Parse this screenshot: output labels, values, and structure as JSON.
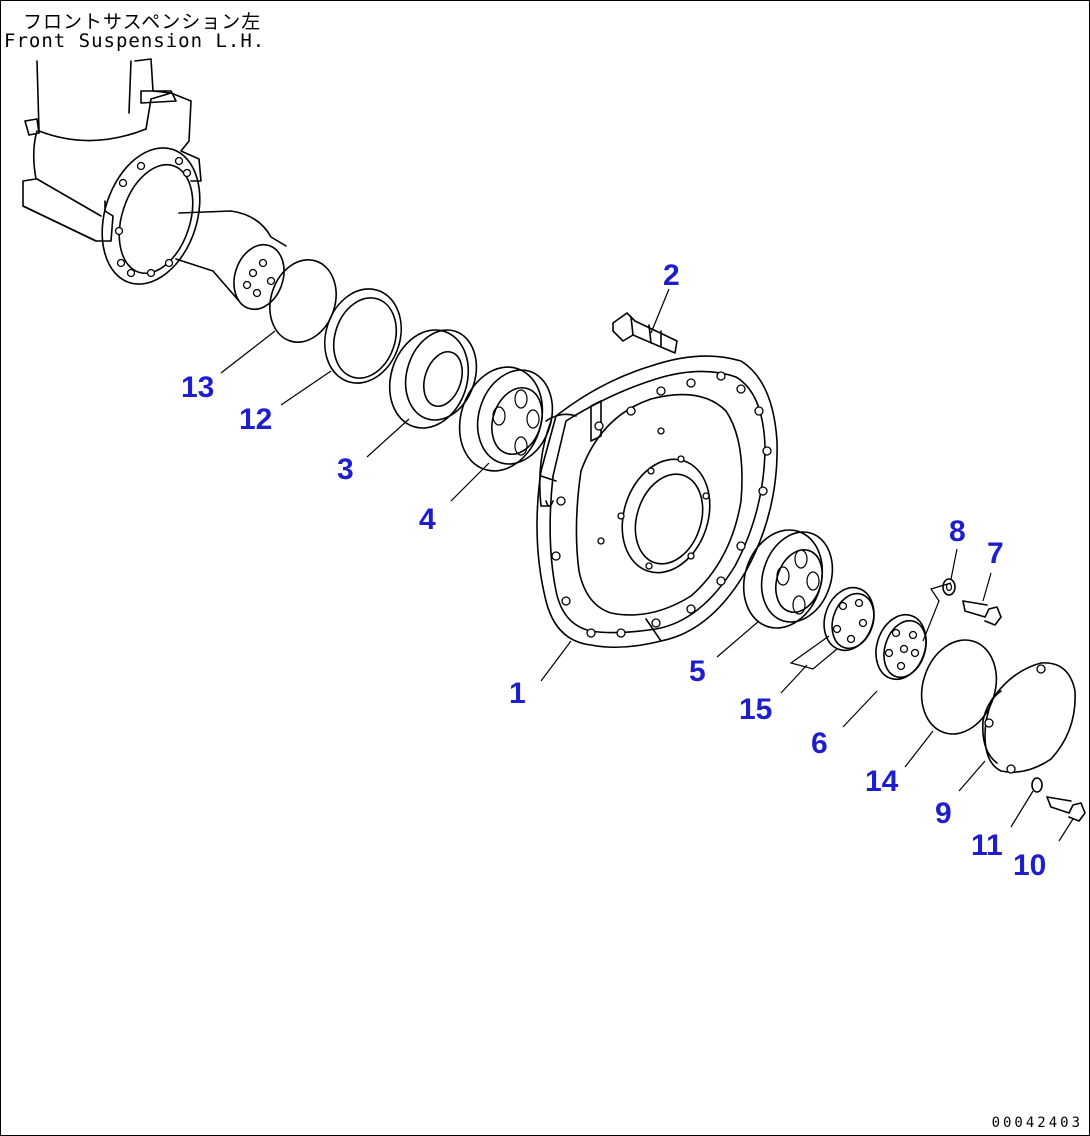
{
  "title": {
    "japanese": "フロントサスペンション左",
    "english": "Front Suspension L.H."
  },
  "drawing_number": "00042403",
  "callouts": [
    "1",
    "2",
    "3",
    "4",
    "5",
    "6",
    "7",
    "8",
    "9",
    "10",
    "11",
    "12",
    "13",
    "14",
    "15"
  ],
  "colors": {
    "callout": "#1e1ecc",
    "line": "#000000"
  }
}
